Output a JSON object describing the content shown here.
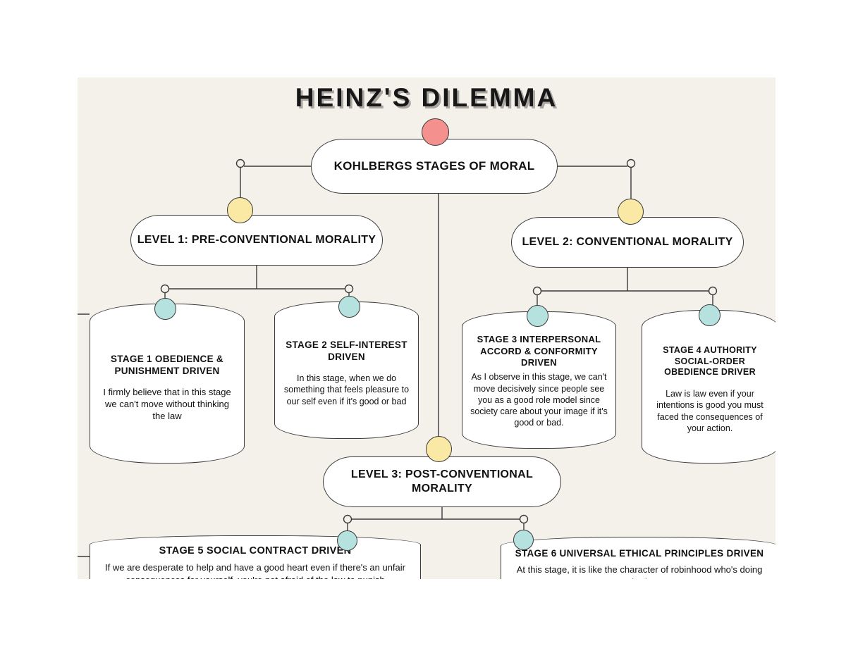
{
  "canvas": {
    "background_color": "#f4f0ea",
    "page_background_color": "#ffffff"
  },
  "title": "HEINZ'S DILEMMA",
  "palette": {
    "root_dot": "#f4918f",
    "level_dot": "#f9e9a4",
    "stage_dot": "#b5e2de",
    "stroke": "#3b3b3b",
    "node_fill": "#ffffff",
    "text": "#111111"
  },
  "root": {
    "heading": "KOHLBERGS STAGES OF MORAL",
    "dot_color": "#f4918f",
    "dot_name": "root-node-dot"
  },
  "levels": [
    {
      "id": "level1",
      "heading": "LEVEL 1: PRE-CONVENTIONAL MORALITY",
      "dot_color": "#f9e9a4"
    },
    {
      "id": "level2",
      "heading": "LEVEL 2: CONVENTIONAL MORALITY",
      "dot_color": "#f9e9a4"
    },
    {
      "id": "level3",
      "heading": "LEVEL 3: POST-CONVENTIONAL MORALITY",
      "dot_color": "#f9e9a4"
    }
  ],
  "stages": [
    {
      "id": "stage1",
      "heading": "STAGE 1 OBEDIENCE & PUNISHMENT DRIVEN",
      "body": "I firmly believe that in this stage we can't move without thinking the law",
      "dot_color": "#b5e2de",
      "parent": "level1"
    },
    {
      "id": "stage2",
      "heading": "STAGE 2 SELF-INTEREST DRIVEN",
      "body": "In this stage, when we do something that feels pleasure to our self even if it's good or bad",
      "dot_color": "#b5e2de",
      "parent": "level1"
    },
    {
      "id": "stage3",
      "heading": "STAGE 3 INTERPERSONAL ACCORD & CONFORMITY DRIVEN",
      "body": "As I observe in this stage, we can't move decisively since people see you as a good role model  since society care about your image if it's good or bad.",
      "dot_color": "#b5e2de",
      "parent": "level2"
    },
    {
      "id": "stage4",
      "heading": "STAGE 4 AUTHORITY SOCIAL-ORDER OBEDIENCE DRIVER",
      "body": "Law is law even if your intentions is good you must faced the consequences of your action.",
      "dot_color": "#b5e2de",
      "parent": "level2"
    },
    {
      "id": "stage5",
      "heading": "STAGE 5 SOCIAL CONTRACT DRIVEN",
      "body": "If we are desperate to help and have a good heart even if there's an unfair consequences for yourself, you're not afraid of the law to punish",
      "dot_color": "#b5e2de",
      "parent": "level3"
    },
    {
      "id": "stage6",
      "heading": "STAGE 6 UNIVERSAL ETHICAL PRINCIPLES DRIVEN",
      "body": "At this stage, it is like the character of robinhood who's doing bad",
      "dot_color": "#b5e2de",
      "parent": "level3"
    }
  ]
}
